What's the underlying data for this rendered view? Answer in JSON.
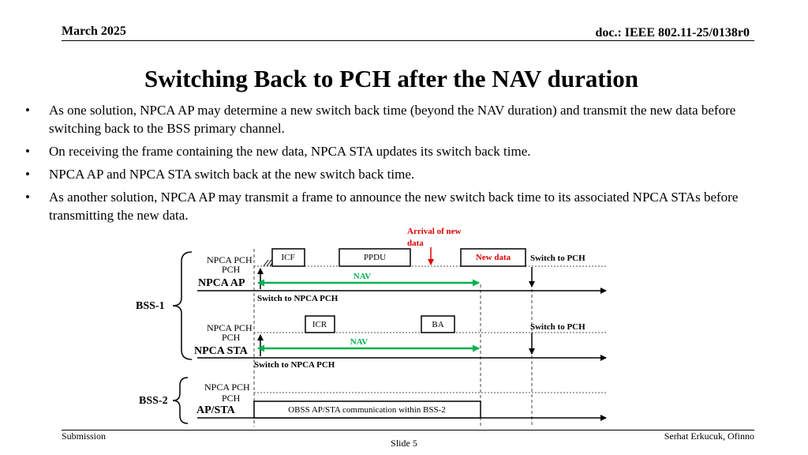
{
  "header": {
    "date": "March 2025",
    "doc": "doc.: IEEE 802.11-25/0138r0"
  },
  "title": "Switching Back to PCH after the NAV duration",
  "bullets": [
    "As one solution, NPCA AP may determine a new switch back time (beyond the NAV duration) and transmit the new data before switching back to the BSS primary channel.",
    "On receiving the frame containing the new data, NPCA STA updates its switch back time.",
    "NPCA AP and NPCA STA switch back at the new switch back time.",
    "As another solution, NPCA AP may transmit a frame to announce the new switch back time to its associated NPCA STAs before transmitting the new data."
  ],
  "diagram": {
    "arrival_label": [
      "Arrival of new",
      "data"
    ],
    "bss1_label": "BSS-1",
    "bss2_label": "BSS-2",
    "npca_pch_label": "NPCA PCH",
    "pch_label": "PCH",
    "ap": {
      "name": "NPCA AP",
      "icf": "ICF",
      "ppdu": "PPDU",
      "new_data": "New data",
      "nav": "NAV",
      "switch_to_npca": "Switch to NPCA PCH",
      "switch_to_pch": "Switch to PCH"
    },
    "sta": {
      "name": "NPCA STA",
      "icr": "ICR",
      "ba": "BA",
      "nav": "NAV",
      "switch_to_npca": "Switch to NPCA PCH",
      "switch_to_pch": "Switch to PCH"
    },
    "bss2": {
      "name": "AP/STA",
      "obss": "OBSS AP/STA communication within BSS-2"
    },
    "colors": {
      "nav_arrow": "#00b050",
      "alert_red": "#e00000"
    }
  },
  "footer": {
    "left": "Submission",
    "center": "Slide 5",
    "right": "Serhat Erkucuk, Ofinno"
  }
}
